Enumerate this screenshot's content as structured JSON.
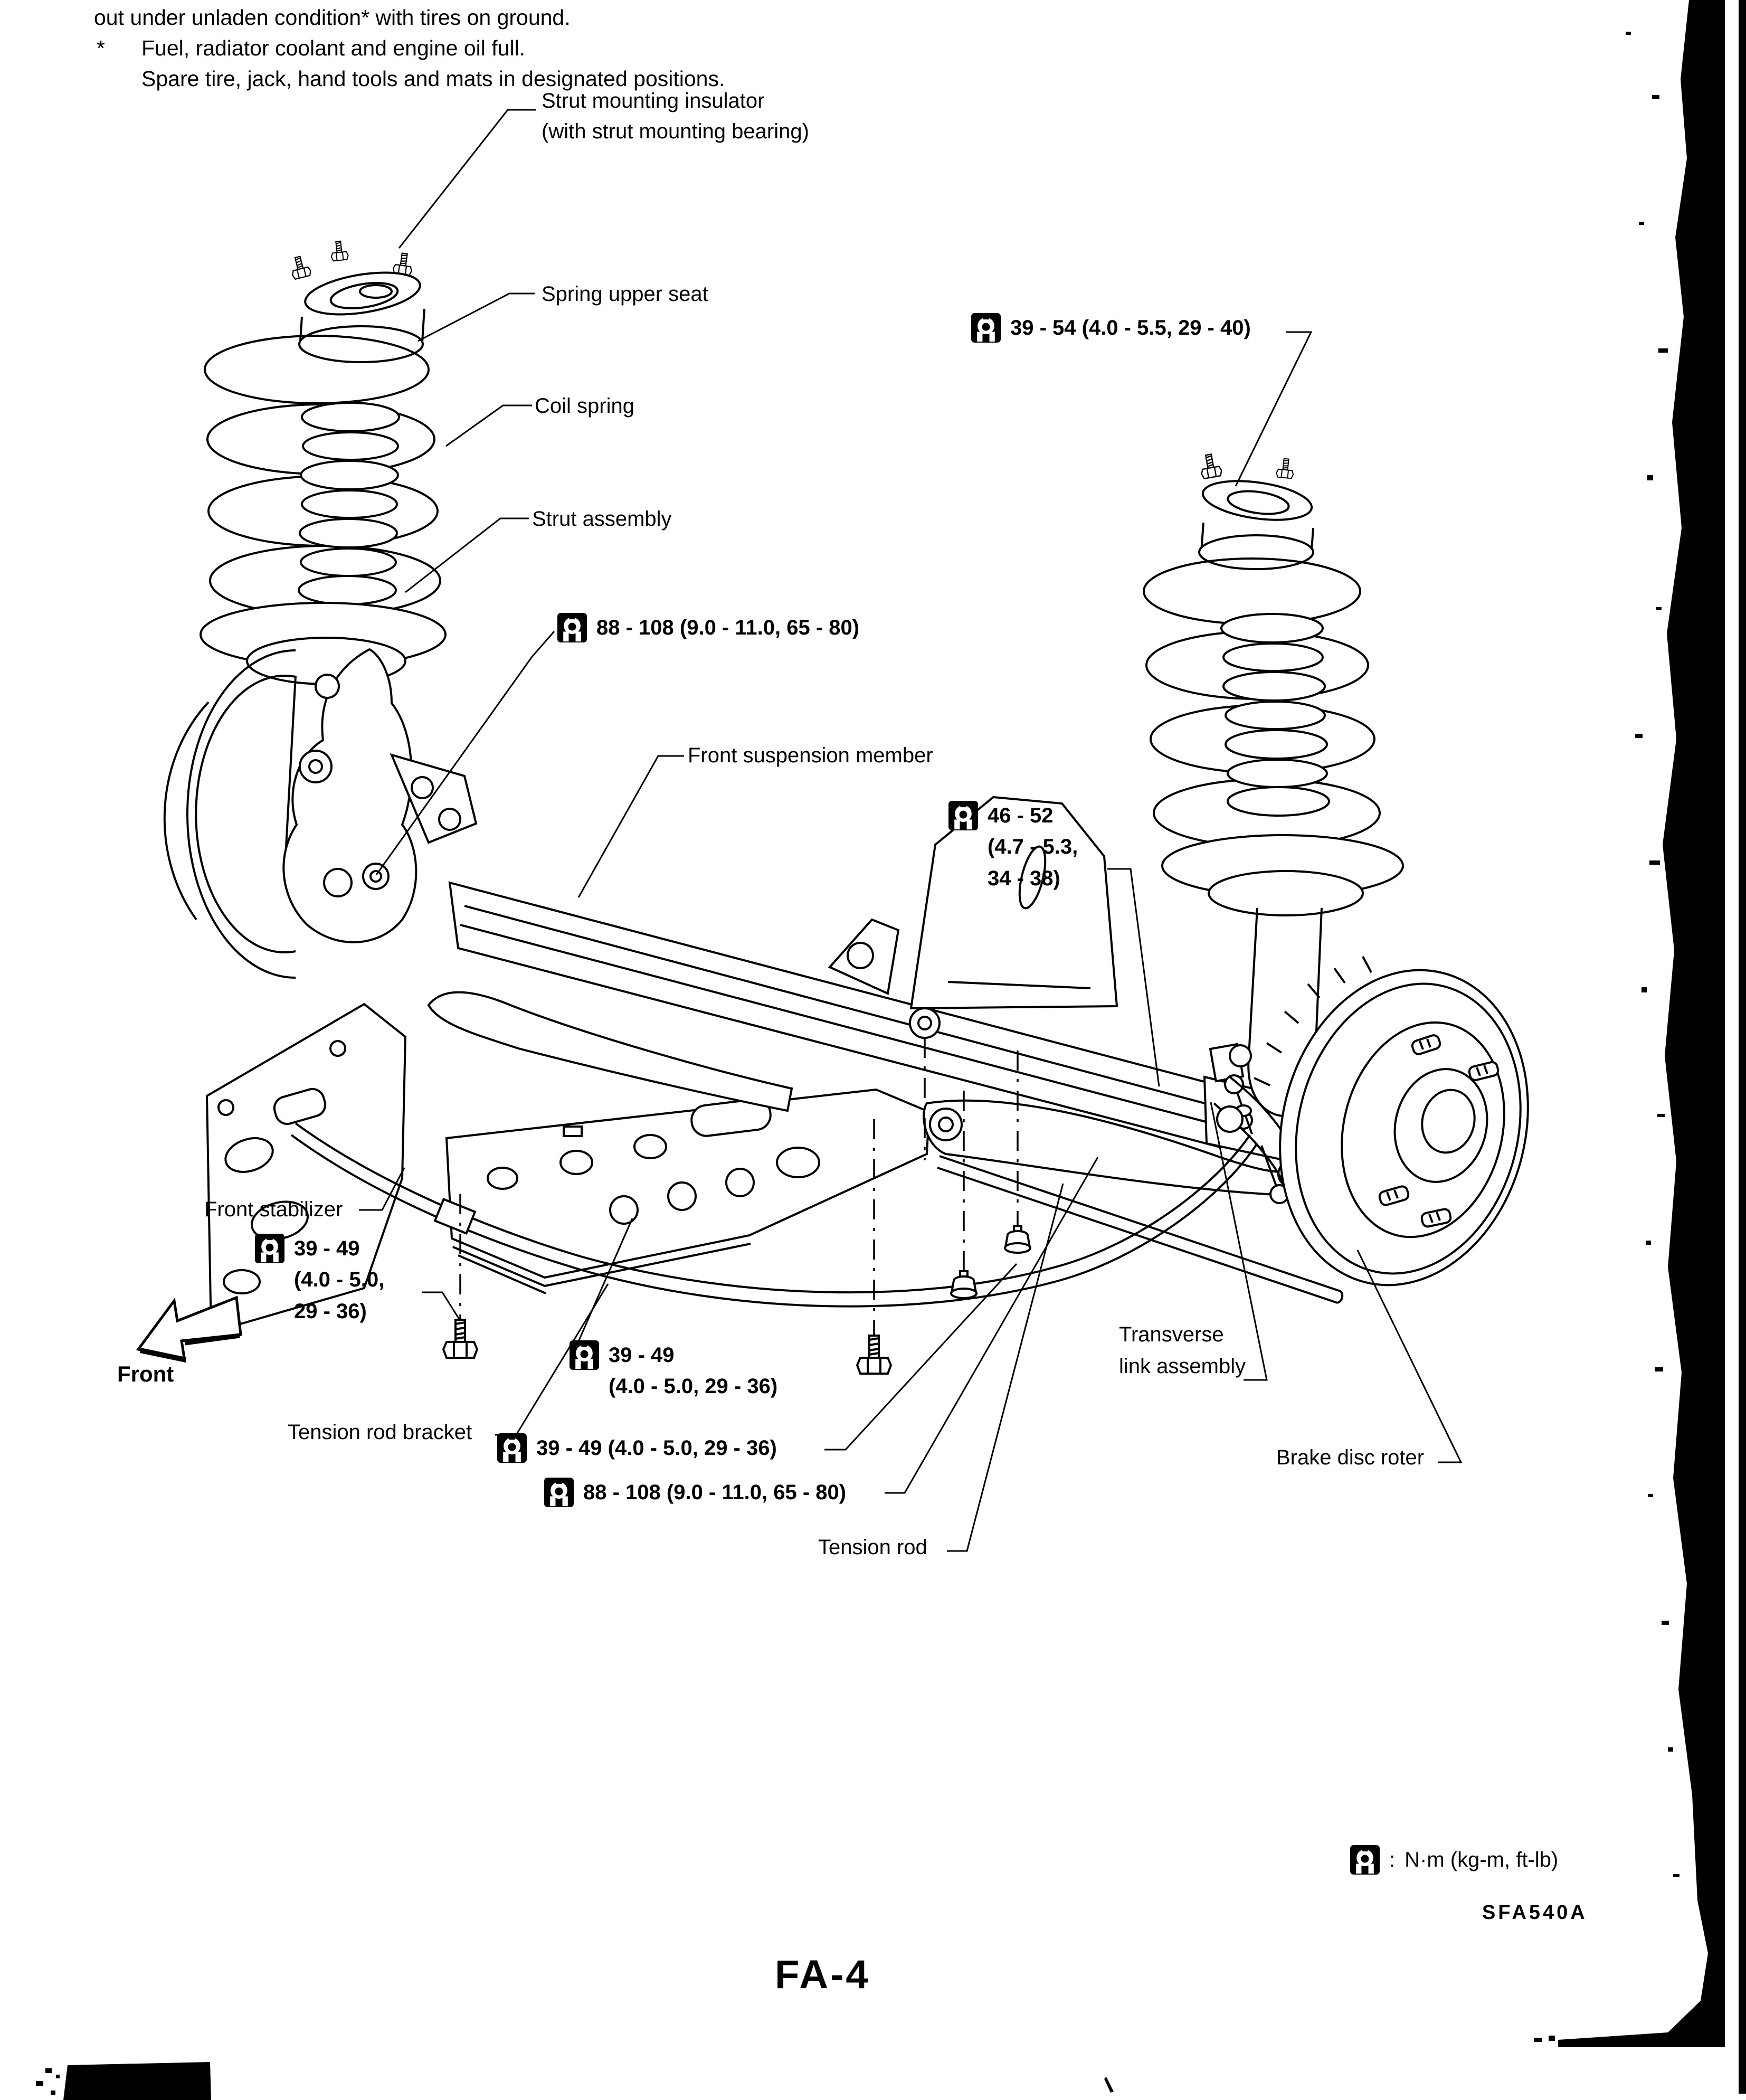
{
  "page": {
    "bg": "#ffffff",
    "ink": "#000000",
    "notes": [
      "out under unladen condition* with tires on ground.",
      "Fuel, radiator coolant and engine oil full.",
      "Spare tire, jack, hand tools and mats in designated positions."
    ],
    "note_bullet": "*",
    "front_label": "Front",
    "legend_sep": ":",
    "legend_units": "N·m (kg-m, ft-lb)",
    "figure_code": "SFA540A",
    "page_number": "FA-4"
  },
  "parts": {
    "strut_mounting_insulator": [
      "Strut mounting insulator",
      "(with strut mounting bearing)"
    ],
    "spring_upper_seat": "Spring upper seat",
    "coil_spring": "Coil spring",
    "strut_assembly": "Strut assembly",
    "front_suspension_member": "Front suspension member",
    "front_stabilizer": "Front stabilizer",
    "tension_rod_bracket": "Tension rod bracket",
    "tension_rod": "Tension rod",
    "transverse_link_assembly": [
      "Transverse",
      "link assembly"
    ],
    "brake_disc_rotor": "Brake disc roter"
  },
  "torques": {
    "strut_mounting_nut": "39 - 54 (4.0 - 5.5, 29 - 40)",
    "strut_gland": "88 - 108 (9.0 - 11.0, 65 - 80)",
    "stabilizer_connecting_rod": [
      "46 - 52",
      "(4.7 - 5.3,",
      "34 - 38)"
    ],
    "stabilizer_clamp": [
      "39 - 49",
      "(4.0 - 5.0,",
      "29 - 36)"
    ],
    "tension_rod_bracket_bolt": [
      "39 - 49",
      "(4.0 - 5.0, 29 - 36)"
    ],
    "transverse_link_bolt": "39 - 49 (4.0 - 5.0, 29 - 36)",
    "tension_rod_nut": "88 - 108 (9.0 - 11.0, 65 - 80)"
  },
  "icons": {
    "torque": "wrench-icon"
  }
}
